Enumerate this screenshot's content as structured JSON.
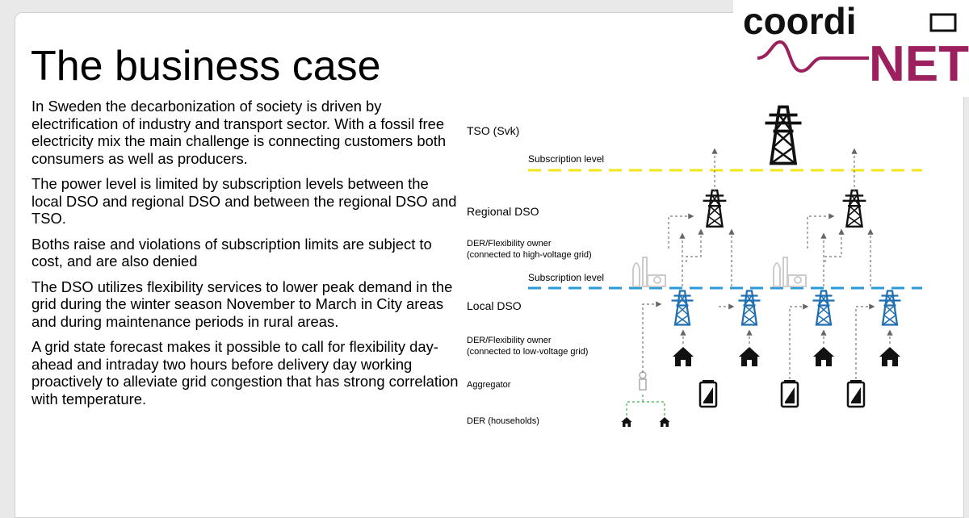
{
  "logo": {
    "line1": "coordi",
    "line2": "NET"
  },
  "title": "The business case",
  "paragraphs": [
    "In Sweden the decarbonization of society is driven by electrification of industry and transport sector. With a fossil free electricity mix the main challenge is connecting customers both consumers as well as producers.",
    "The power level is limited by subscription levels between the local DSO and regional DSO and between the regional DSO and TSO.",
    "Boths raise and violations of subscription limits are subject to cost, and are also denied",
    "The DSO utilizes flexibility services to lower peak demand in the grid during the winter season November to March in City areas and during maintenance periods in rural areas.",
    "A grid state forecast makes it possible to call for flexibility day-ahead and intraday two hours before delivery day working proactively to alleviate grid congestion that has strong correlation with temperature."
  ],
  "diagram": {
    "tso": "TSO (Svk)",
    "subscription_upper": "Subscription level",
    "regional_dso": "Regional DSO",
    "der_high_1": "DER/Flexibility owner",
    "der_high_2": "(connected to high-voltage grid)",
    "subscription_lower": "Subscription level",
    "local_dso": "Local DSO",
    "der_low_1": "DER/Flexibility owner",
    "der_low_2": "(connected to low-voltage grid)",
    "aggregator": "Aggregator",
    "der_households": "DER (households)"
  },
  "colors": {
    "upper_subscription_line": "#f2e61a",
    "lower_subscription_line": "#2b9ad8",
    "local_tower": "#1f6fb2",
    "logo_dark": "#111111",
    "logo_accent": "#9c1f5e",
    "aggregator_link": "#3bb54a"
  }
}
